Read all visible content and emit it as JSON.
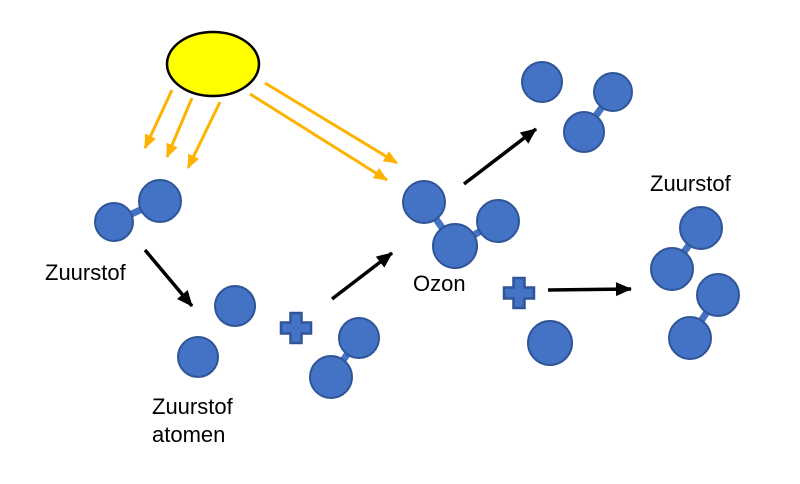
{
  "labels": {
    "zuurstof_left": "Zuurstof",
    "zuurstof_atomen_line1": "Zuurstof",
    "zuurstof_atomen_line2": "atomen",
    "ozon": "Ozon",
    "zuurstof_right": "Zuurstof"
  },
  "icons": {
    "sun": "sun-icon",
    "sun_rays": "sun-ray-icon",
    "plus_left": "plus-icon",
    "plus_right": "plus-icon",
    "reaction_arrows": "arrow-icon",
    "atoms": "oxygen-atom-icon"
  },
  "colors": {
    "molecule_fill": "#4472C4",
    "molecule_border": "#2F5597",
    "bond": "#4472C4",
    "sun_fill": "#FFFF00",
    "sun_border": "#000000",
    "ray": "#FFB300",
    "arrow": "#000000",
    "text": "#000000",
    "background": "#FFFFFF"
  }
}
